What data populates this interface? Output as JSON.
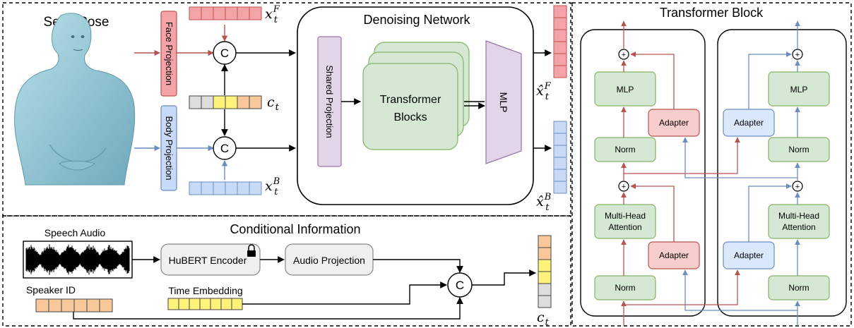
{
  "seed_pose": {
    "title": "Seed Pose"
  },
  "projections": {
    "face": "Face Projection",
    "body": "Body Projection",
    "shared": "Shared Projection"
  },
  "concat_symbol": "C",
  "symbols": {
    "x_face": "x",
    "x_face_sub": "t",
    "x_face_sup": "F",
    "x_body": "x",
    "x_body_sub": "t",
    "x_body_sup": "B",
    "c": "c",
    "c_sub": "t",
    "xhat_face": "x̂",
    "xhat_face_sub": "t",
    "xhat_face_sup": "F",
    "xhat_body": "x̂",
    "xhat_body_sub": "t",
    "xhat_body_sup": "B"
  },
  "denoising": {
    "title": "Denoising Network",
    "blocks_line1": "Transformer",
    "blocks_line2": "Blocks",
    "mlp": "MLP"
  },
  "conditional": {
    "title": "Conditional Information",
    "speech_audio": "Speech Audio",
    "hubert": "HuBERT Encoder",
    "audio_projection": "Audio Projection",
    "speaker_id": "Speaker ID",
    "time_embedding": "Time Embedding"
  },
  "transformer_block": {
    "title": "Transformer Block",
    "mlp": "MLP",
    "norm": "Norm",
    "adapter": "Adapter",
    "mha_line1": "Multi-Head",
    "mha_line2": "Attention",
    "plus": "+"
  },
  "colors": {
    "face_red": "#f4a3a8",
    "face_stroke": "#c0504d",
    "body_blue": "#c9daf8",
    "body_stroke": "#6c8ebf",
    "green": "#d5e8d4",
    "green_stroke": "#82b366",
    "purple": "#e1d5e7",
    "purple_stroke": "#9673a6",
    "orange": "#f8c79a",
    "yellow": "#fff27a",
    "gray": "#dddddd",
    "red_arrow": "#b85450",
    "blue_arrow": "#6c8ebf"
  }
}
